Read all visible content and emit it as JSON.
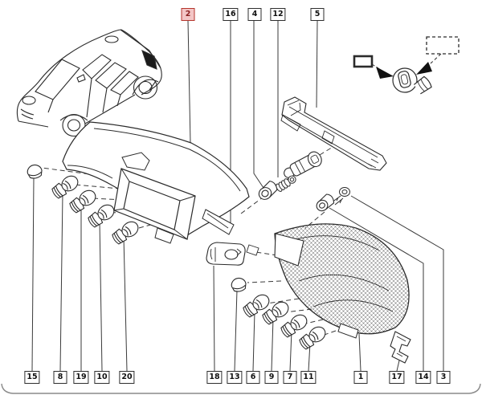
{
  "callouts": {
    "top": [
      {
        "label": "2",
        "highlighted": true
      },
      {
        "label": "16",
        "highlighted": false
      },
      {
        "label": "4",
        "highlighted": false
      },
      {
        "label": "12",
        "highlighted": false
      },
      {
        "label": "5",
        "highlighted": false
      }
    ],
    "bottom": [
      "15",
      "8",
      "19",
      "10",
      "20",
      "18",
      "13",
      "6",
      "9",
      "7",
      "11",
      "1",
      "17",
      "14",
      "3"
    ]
  },
  "colors": {
    "line": "#2b2b2b",
    "highlight_border": "#b5342c",
    "highlight_fill": "#f3c6c6",
    "highlight_text": "#8a1f1f"
  }
}
